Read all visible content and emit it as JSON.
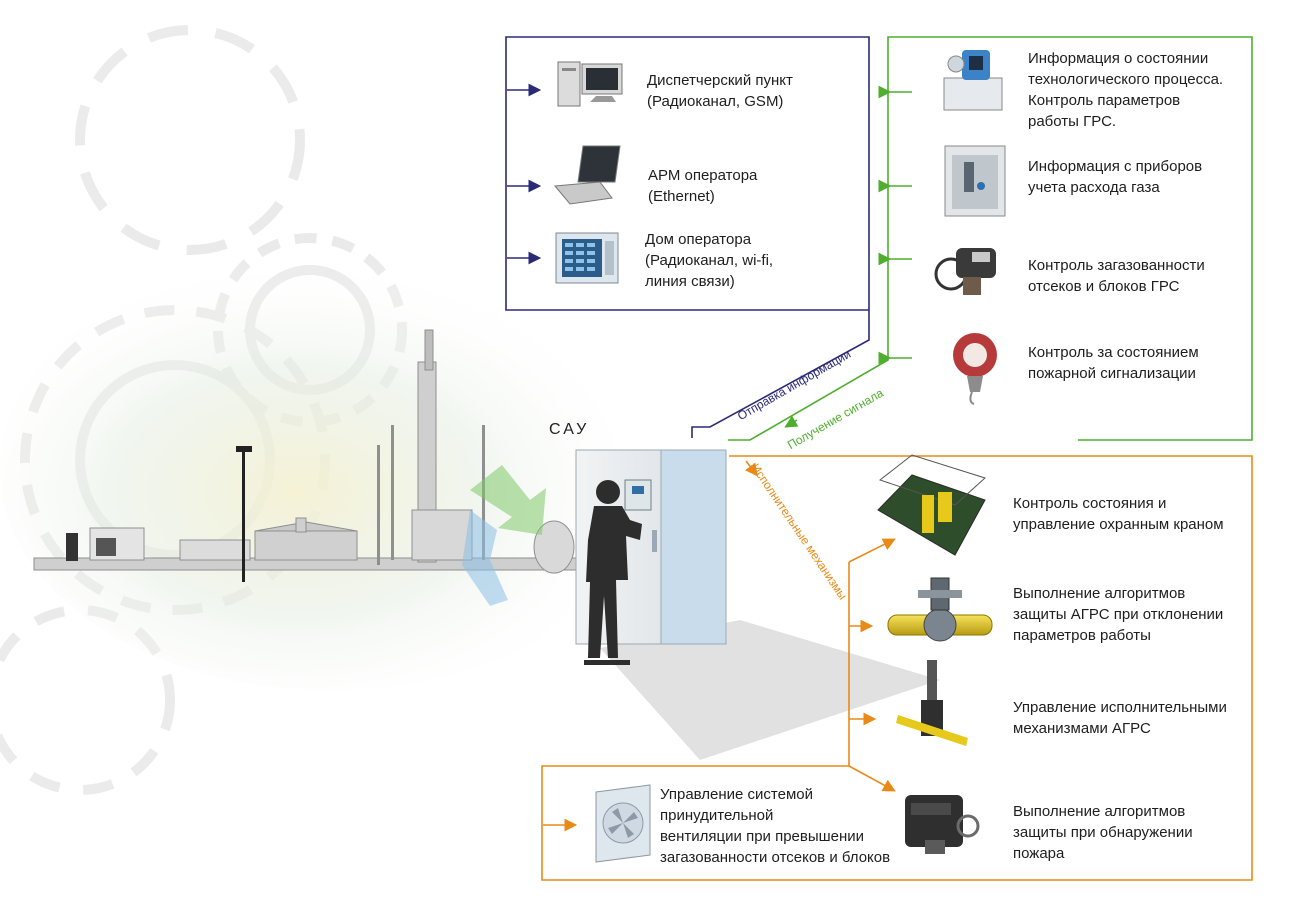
{
  "sau_label": "САУ",
  "colors": {
    "send_info": "#2b2a78",
    "receive_signal": "#4fae2e",
    "actuators": "#e98a17"
  },
  "flow_labels": {
    "send_info": "Отправка информации",
    "receive_signal": "Получение сигнала",
    "actuators": "Исполнительные механизмы"
  },
  "send_info_items": [
    {
      "icon": "desktop-computer-icon",
      "text": "Диспетчерский пункт\n(Радиоканал, GSM)"
    },
    {
      "icon": "laptop-icon",
      "text": "АРМ оператора\n(Ethernet)"
    },
    {
      "icon": "operator-panel-icon",
      "text": "Дом оператора\n(Радиоканал, wi-fi,\n линия связи)"
    }
  ],
  "receive_signal_items": [
    {
      "icon": "pressure-transmitter-icon",
      "text": "Информация о состоянии\nтехнологического процесса.\nКонтроль параметров\nработы ГРС."
    },
    {
      "icon": "gas-meter-cabinet-icon",
      "text": "Информация с приборов\nучета расхода газа"
    },
    {
      "icon": "gas-detector-icon",
      "text": "Контроль загазованности\nотсеков и блоков ГРС"
    },
    {
      "icon": "fire-alarm-icon",
      "text": "Контроль за состоянием\nпожарной сигнализации"
    }
  ],
  "actuator_items": [
    {
      "icon": "security-valve-icon",
      "text": "Контроль состояния и\nуправление охранным краном"
    },
    {
      "icon": "ball-valve-icon",
      "text": "Выполнение алгоритмов\n защиты АГРС при отклонении\nпараметров работы"
    },
    {
      "icon": "actuator-icon",
      "text": "Управление исполнительными\nмеханизмами АГРС"
    },
    {
      "icon": "fire-drive-icon",
      "text": "Выполнение алгоритмов\nзащиты при обнаружении\nпожара"
    }
  ],
  "ventilation_item": {
    "icon": "ventilation-fan-icon",
    "text": "Управление системой\nпринудительной\nвентиляции при превышении\nзагазованности отсеков и блоков"
  }
}
